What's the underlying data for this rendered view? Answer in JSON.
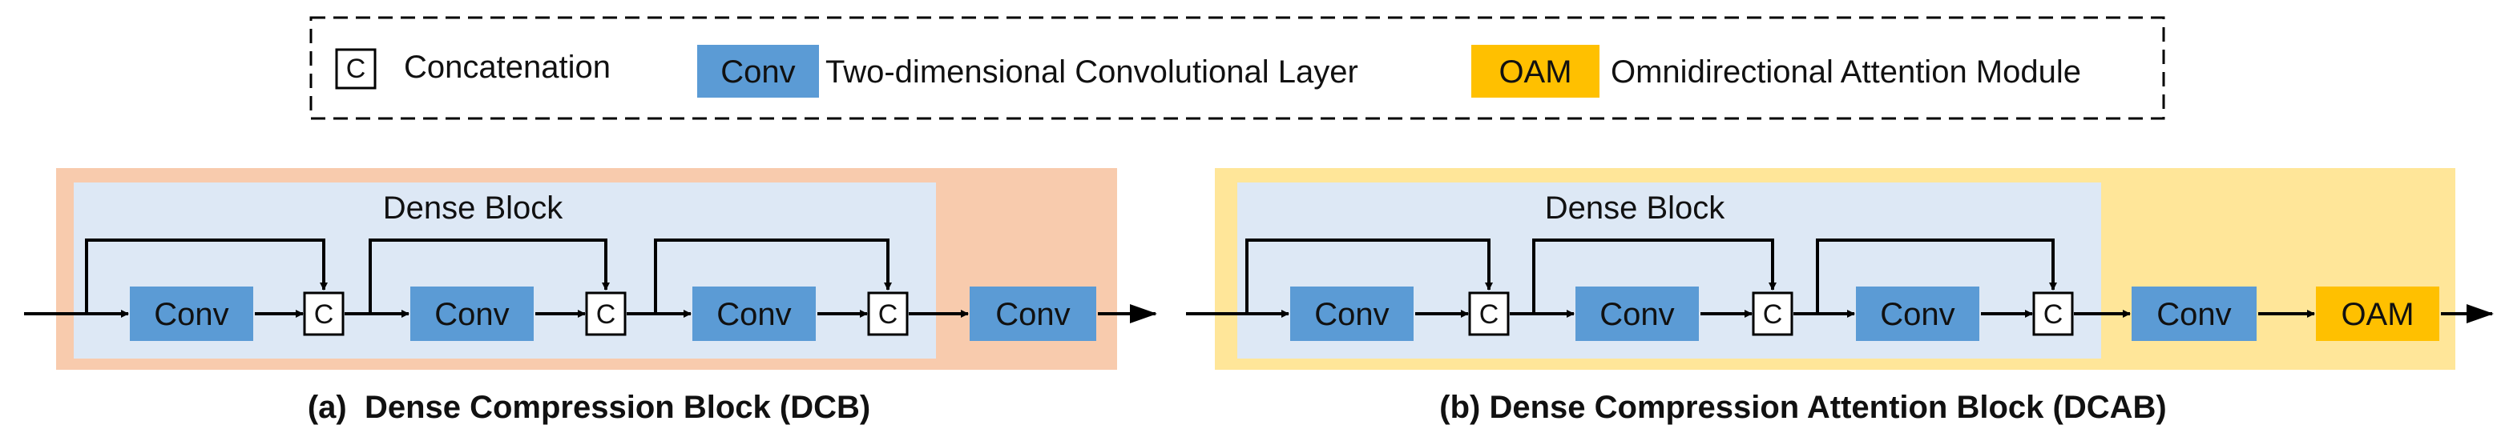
{
  "legend": {
    "concat_symbol": "C",
    "concat_label": "Concatenation",
    "conv_symbol": "Conv",
    "conv_label": "Two-dimensional Convolutional Layer",
    "oam_symbol": "OAM",
    "oam_label": "Omnidirectional Attention Module"
  },
  "dcb": {
    "dense_block_label": "Dense Block",
    "conv_labels": [
      "Conv",
      "Conv",
      "Conv",
      "Conv"
    ],
    "concat_labels": [
      "C",
      "C",
      "C"
    ],
    "caption": "(a)  Dense Compression Block (DCB)"
  },
  "dcab": {
    "dense_block_label": "Dense Block",
    "conv_labels": [
      "Conv",
      "Conv",
      "Conv",
      "Conv"
    ],
    "concat_labels": [
      "C",
      "C",
      "C"
    ],
    "oam_label": "OAM",
    "caption": "(b) Dense Compression Attention Block (DCAB)"
  },
  "colors": {
    "conv": "#5b9bd5",
    "oam": "#ffc000",
    "dense_block_bg": "#dde8f5",
    "dcb_bg": "#f8cbad",
    "dcab_bg": "#ffe699"
  }
}
